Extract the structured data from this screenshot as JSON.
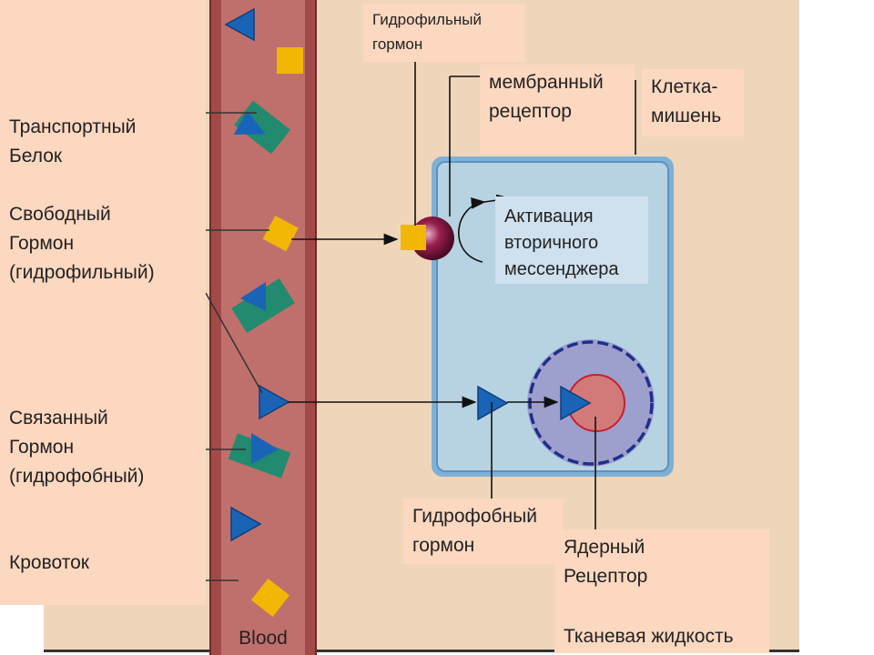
{
  "labels": {
    "transport_protein": "Транспортный\nБелок",
    "free_hormone": "Свободный\nГормон\n(гидрофильный)",
    "bound_hormone": "Связанный\nГормон\n(гидрофобный)",
    "bloodstream": "Кровоток",
    "hydrophilic_hormone": "Гидрофильный\nгормон",
    "membrane_receptor": "мембранный\nрецептор",
    "target_cell": "Клетка-\nмишень",
    "second_messenger": "Активация\nвторичного\nмессенджера",
    "hydrophobic_hormone": "Гидрофобный\nгормон",
    "nuclear_receptor": "Ядерный\nРецептор",
    "tissue_fluid": "Тканевая жидкость",
    "blood": "Blood"
  },
  "colors": {
    "background": "#efd6bb",
    "vessel": "#c0706c",
    "cell": "#b7d3e1",
    "nucleus": "#9da0cd",
    "hormone_hydrophobic": "#1a64b8",
    "hormone_hydrophilic": "#f2b705",
    "transport_protein": "#228a6e"
  }
}
